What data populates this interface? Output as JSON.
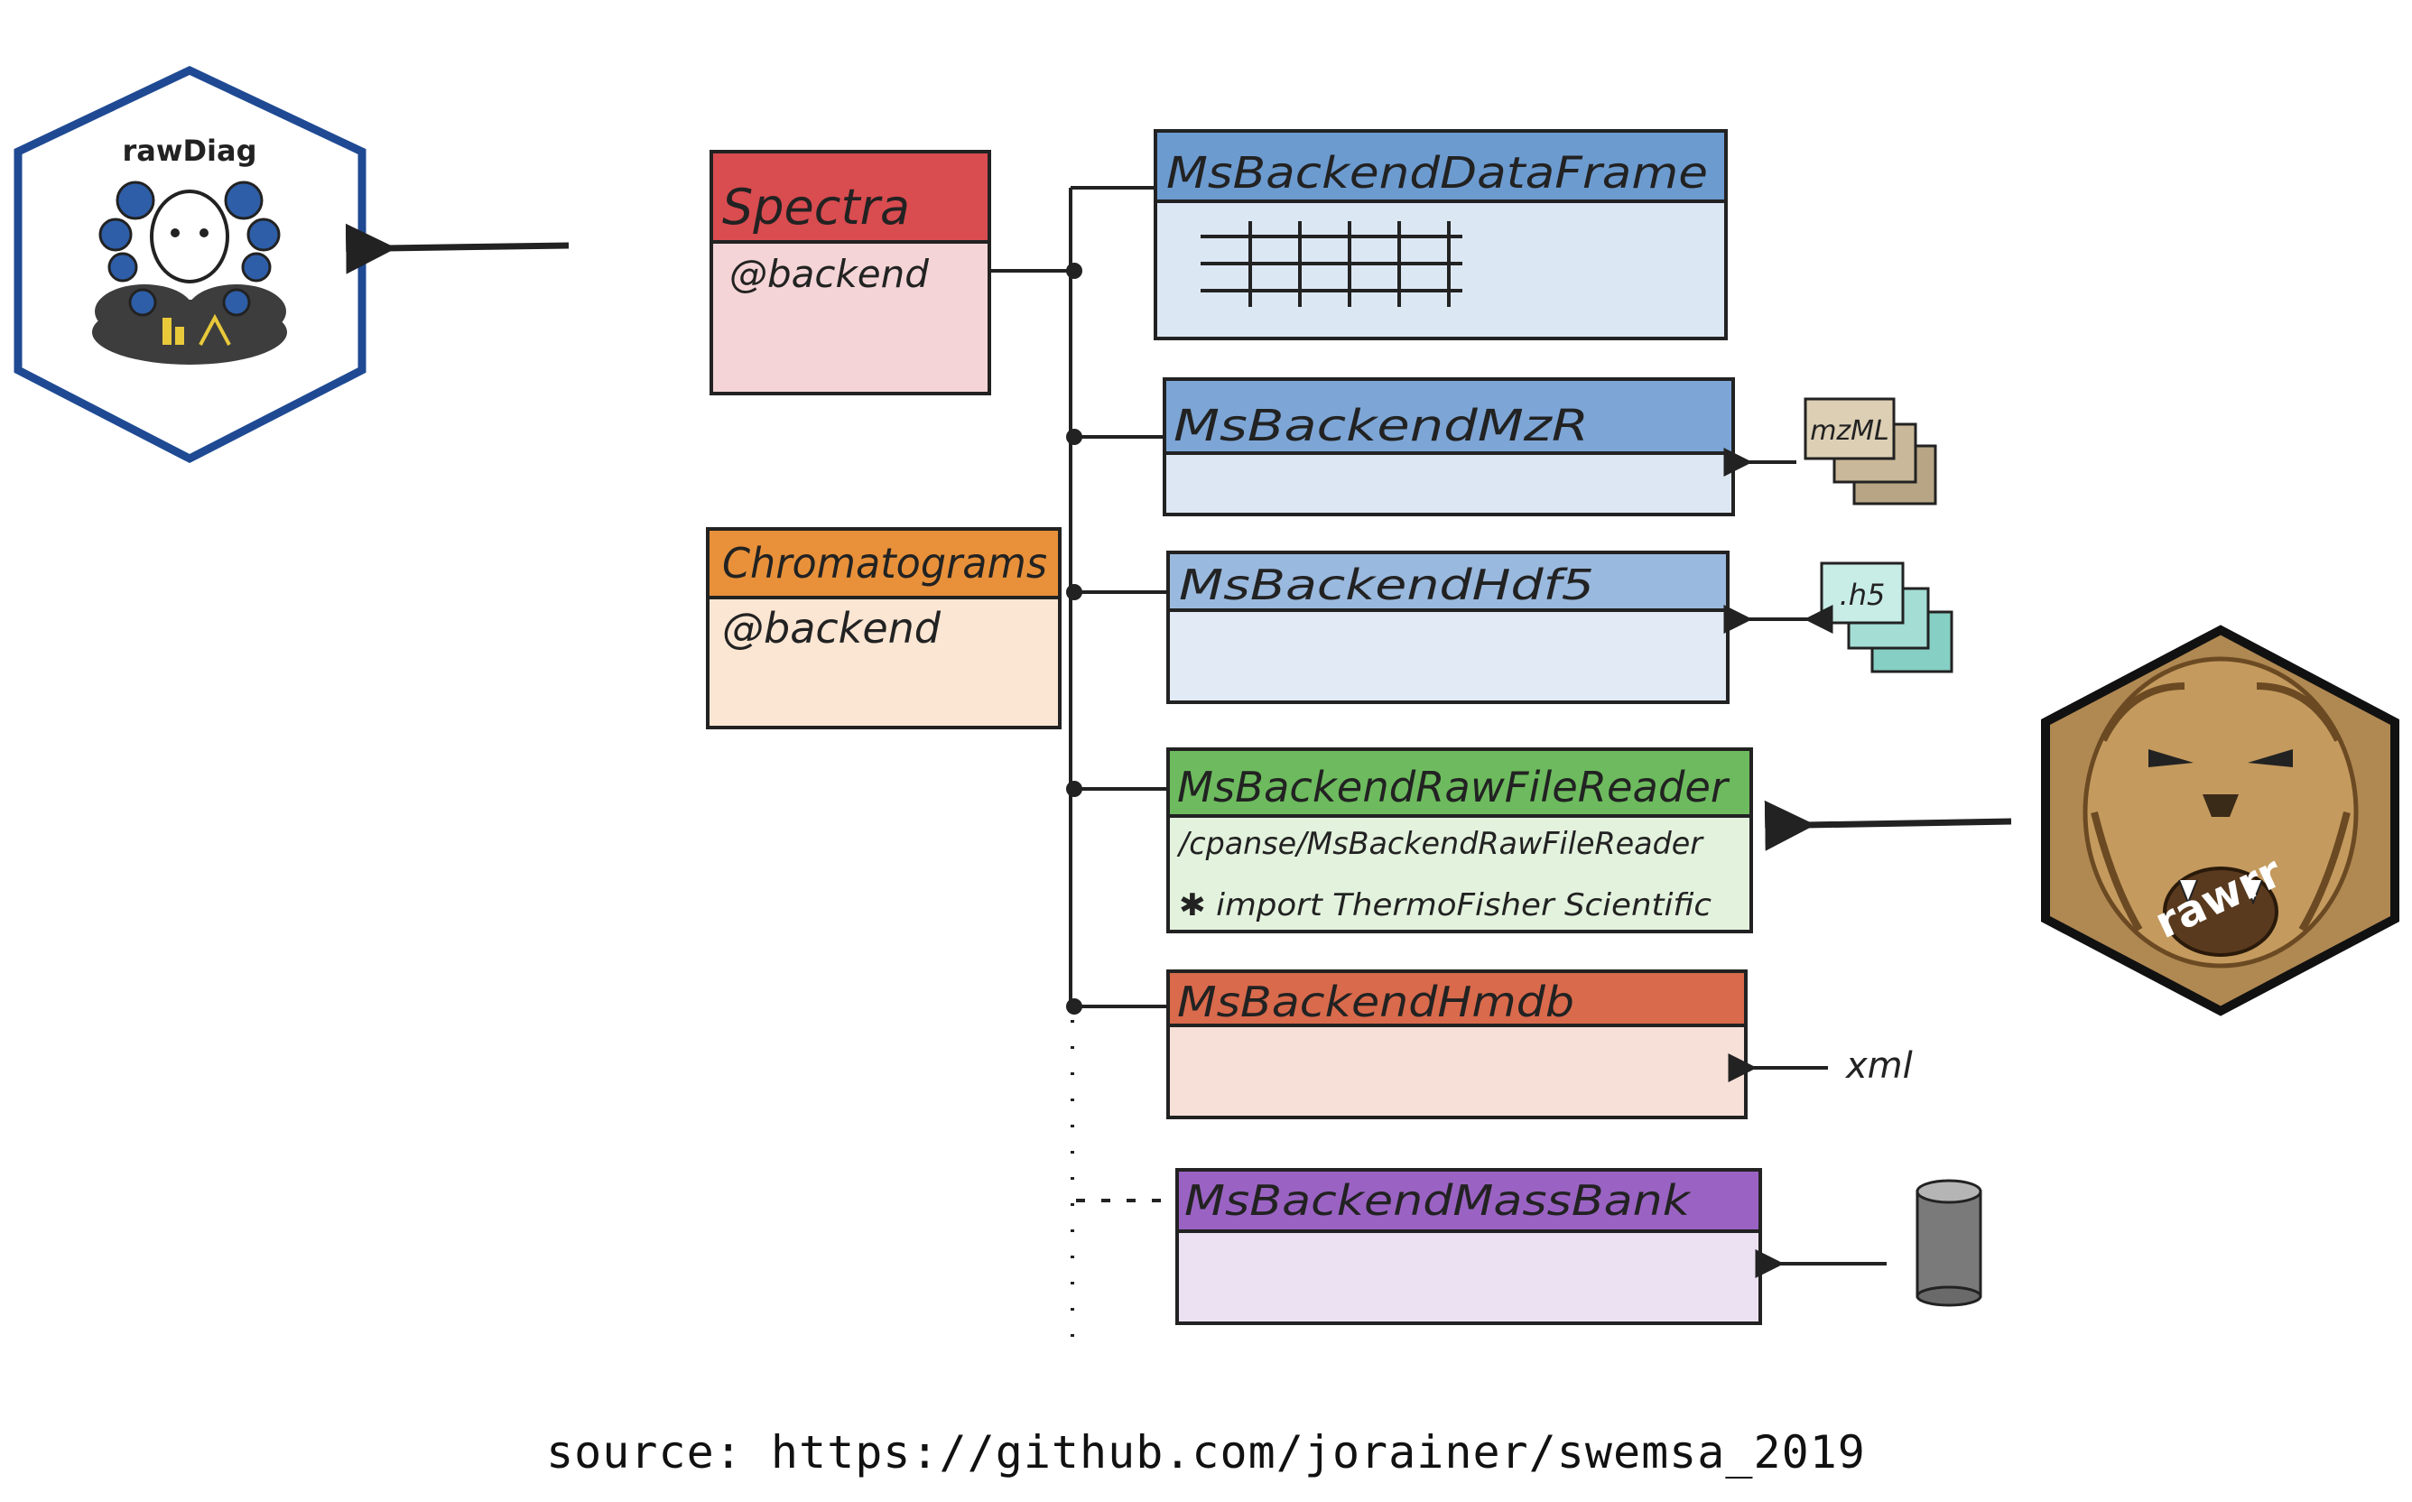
{
  "logos": {
    "rawdiag": {
      "label": "rawDiag"
    },
    "rawrr": {
      "label": "rawrr"
    }
  },
  "classes": {
    "spectra": {
      "title": "Spectra",
      "slot": "@backend",
      "color": "#d94c50"
    },
    "chromatograms": {
      "title": "Chromatograms",
      "slot": "@backend",
      "color": "#e8913a"
    }
  },
  "backends": [
    {
      "id": "dataframe",
      "title": "MsBackendDataFrame",
      "header_color": "#6c9bd0",
      "body_color": "#dce7f4",
      "lines": []
    },
    {
      "id": "mzr",
      "title": "MsBackendMzR",
      "header_color": "#7da6d6",
      "body_color": "#dde7f3",
      "lines": []
    },
    {
      "id": "hdf5",
      "title": "MsBackendHdf5",
      "header_color": "#9ab9de",
      "body_color": "#e2eaf5",
      "lines": []
    },
    {
      "id": "rawfilereader",
      "title": "MsBackendRawFileReader",
      "header_color": "#6dbb5e",
      "body_color": "#e3f2dd",
      "lines": [
        "/cpanse/MsBackendRawFileReader",
        "✱ import ThermoFisher Scientific"
      ]
    },
    {
      "id": "hmdb",
      "title": "MsBackendHmdb",
      "header_color": "#d96a4c",
      "body_color": "#f7e0d8",
      "lines": []
    },
    {
      "id": "massbank",
      "title": "MsBackendMassBank",
      "header_color": "#9a63c3",
      "body_color": "#ece1f3",
      "lines": []
    }
  ],
  "sources": {
    "mzml": "mzML",
    "h5": ".h5",
    "xml": "xml",
    "database": "database-icon"
  },
  "footer": {
    "source_text": "source: https://github.com/jorainer/swemsa_2019"
  }
}
